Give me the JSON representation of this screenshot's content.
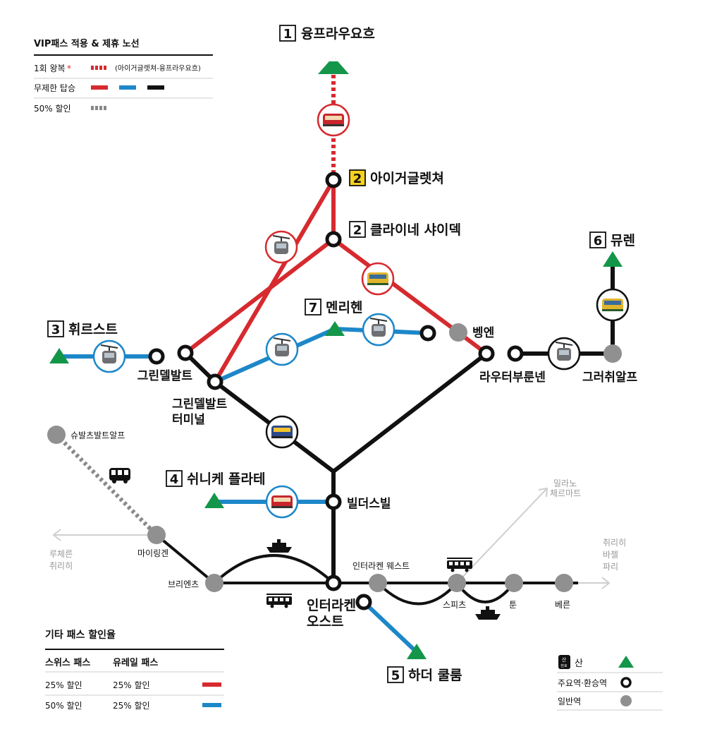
{
  "colors": {
    "red": "#d62a2f",
    "blue": "#1d87c8",
    "black": "#111111",
    "gray_station": "#909090",
    "green_peak": "#14964a",
    "yellow_box": "#f6d21e",
    "arrow_gray": "#cfcfcf"
  },
  "icons": [
    "mountain-peak-icon",
    "train-icon",
    "gondola-icon",
    "bus-icon",
    "boat-icon",
    "tram-icon"
  ],
  "legend_top": {
    "title": "VIP패스 적용 & 제휴 노선",
    "row1_label": "1회 왕복",
    "row1_star": "*",
    "row1_note": "(아이거글렛쳐-융프라우요흐)",
    "row2_label": "무제한 탑승",
    "row3_label": "50% 할인"
  },
  "legend_bottom": {
    "title": "기타 패스 할인율",
    "col1": "스위스 패스",
    "col2": "유레일 패스",
    "rows": [
      {
        "a": "25% 할인",
        "b": "25% 할인",
        "color": "red"
      },
      {
        "a": "50% 할인",
        "b": "25% 할인",
        "color": "blue"
      }
    ]
  },
  "legend_symbols": {
    "mountain_badge": "산\n번호",
    "mountain_badge_top": "산",
    "mountain_badge_bottom": "번호",
    "mountain": "산",
    "major": "주요역·환승역",
    "general": "일반역"
  },
  "stations": {
    "jungfraujoch": {
      "num": "1",
      "name": "융프라우요흐"
    },
    "eigergletscher": {
      "num": "2",
      "name": "아이거글렛쳐"
    },
    "kleine_scheidegg": {
      "num": "2",
      "name": "클라이네 샤이덱"
    },
    "murren": {
      "num": "6",
      "name": "뮤렌"
    },
    "mannlichen": {
      "num": "7",
      "name": "멘리헨"
    },
    "first": {
      "num": "3",
      "name": "휘르스트"
    },
    "schynige": {
      "num": "4",
      "name": "쉬니케 플라테"
    },
    "harder": {
      "num": "5",
      "name": "하더 쿨룸"
    },
    "grindelwald": "그린델발트",
    "grindelwald_terminal_1": "그린델발트",
    "grindelwald_terminal_2": "터미널",
    "wengen": "벵엔",
    "lauterbrunnen": "라우터부룬넨",
    "grutschalp": "그러취알프",
    "wilderswil": "빌더스빌",
    "interlaken_ost_1": "인터라켄",
    "interlaken_ost_2": "오스트",
    "interlaken_west": "인터라켄 웨스트",
    "spiez": "스피츠",
    "thun": "툰",
    "bern": "베른",
    "brienz": "브리엔츠",
    "meiringen": "마이링겐",
    "schwarzwaldalp": "슈발츠발트알프"
  },
  "destinations": {
    "lucerne_1": "루체른",
    "lucerne_2": "취리히",
    "milano_1": "밀라노",
    "milano_2": "체르마트",
    "zurich_1": "취리히",
    "zurich_2": "바젤",
    "zurich_3": "파리"
  }
}
